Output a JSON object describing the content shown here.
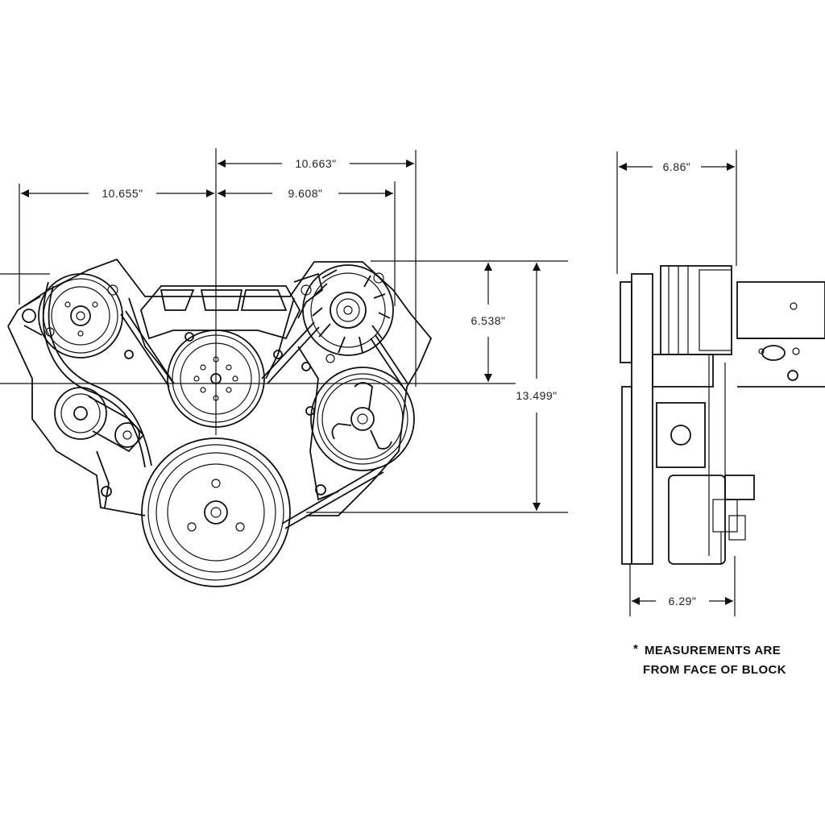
{
  "dimensions": {
    "front_left_width": "10.655\"",
    "front_top_span": "10.663\"",
    "front_inner_span": "9.608\"",
    "alternator_height": "6.538\"",
    "overall_height": "13.499\"",
    "side_top_depth": "6.86\"",
    "side_bottom_depth": "6.29\""
  },
  "note": {
    "bullet": "*",
    "line1": "MEASUREMENTS ARE",
    "line2": "FROM FACE OF BLOCK"
  },
  "colors": {
    "line": "#111111",
    "background": "#ffffff"
  }
}
